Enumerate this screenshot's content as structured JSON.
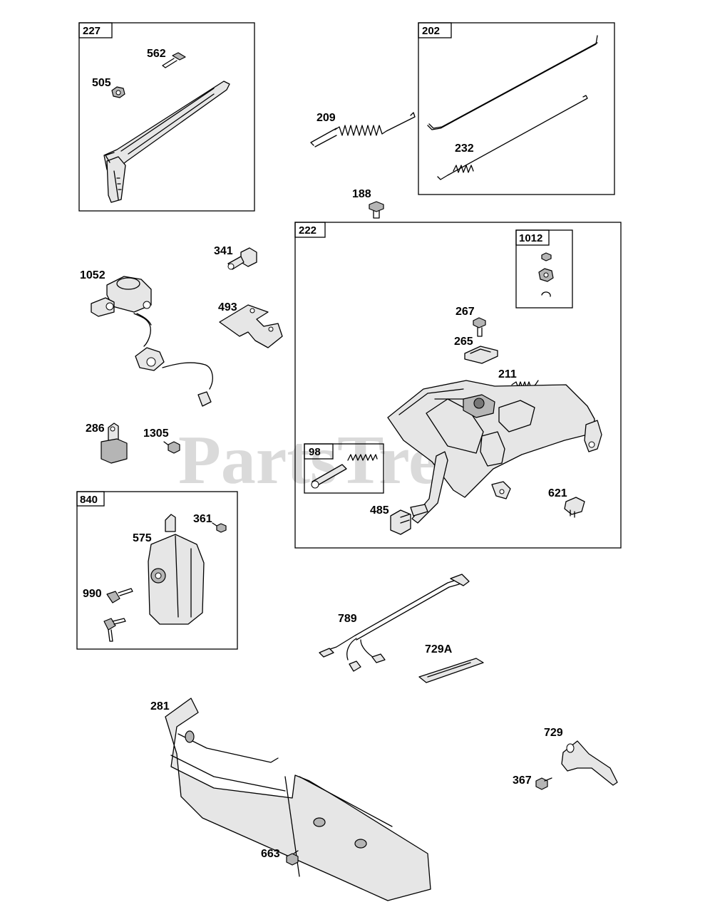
{
  "watermark": "PartsTree",
  "boxes": {
    "227": "227",
    "202": "202",
    "222": "222",
    "1012": "1012",
    "98": "98",
    "840": "840"
  },
  "labels": {
    "562": "562",
    "505": "505",
    "209": "209",
    "232": "232",
    "188": "188",
    "341": "341",
    "1052": "1052",
    "493": "493",
    "267": "267",
    "265": "265",
    "211": "211",
    "286": "286",
    "1305": "1305",
    "621": "621",
    "485": "485",
    "361": "361",
    "575": "575",
    "990": "990",
    "789": "789",
    "729A": "729A",
    "281": "281",
    "729": "729",
    "367": "367",
    "663": "663"
  }
}
